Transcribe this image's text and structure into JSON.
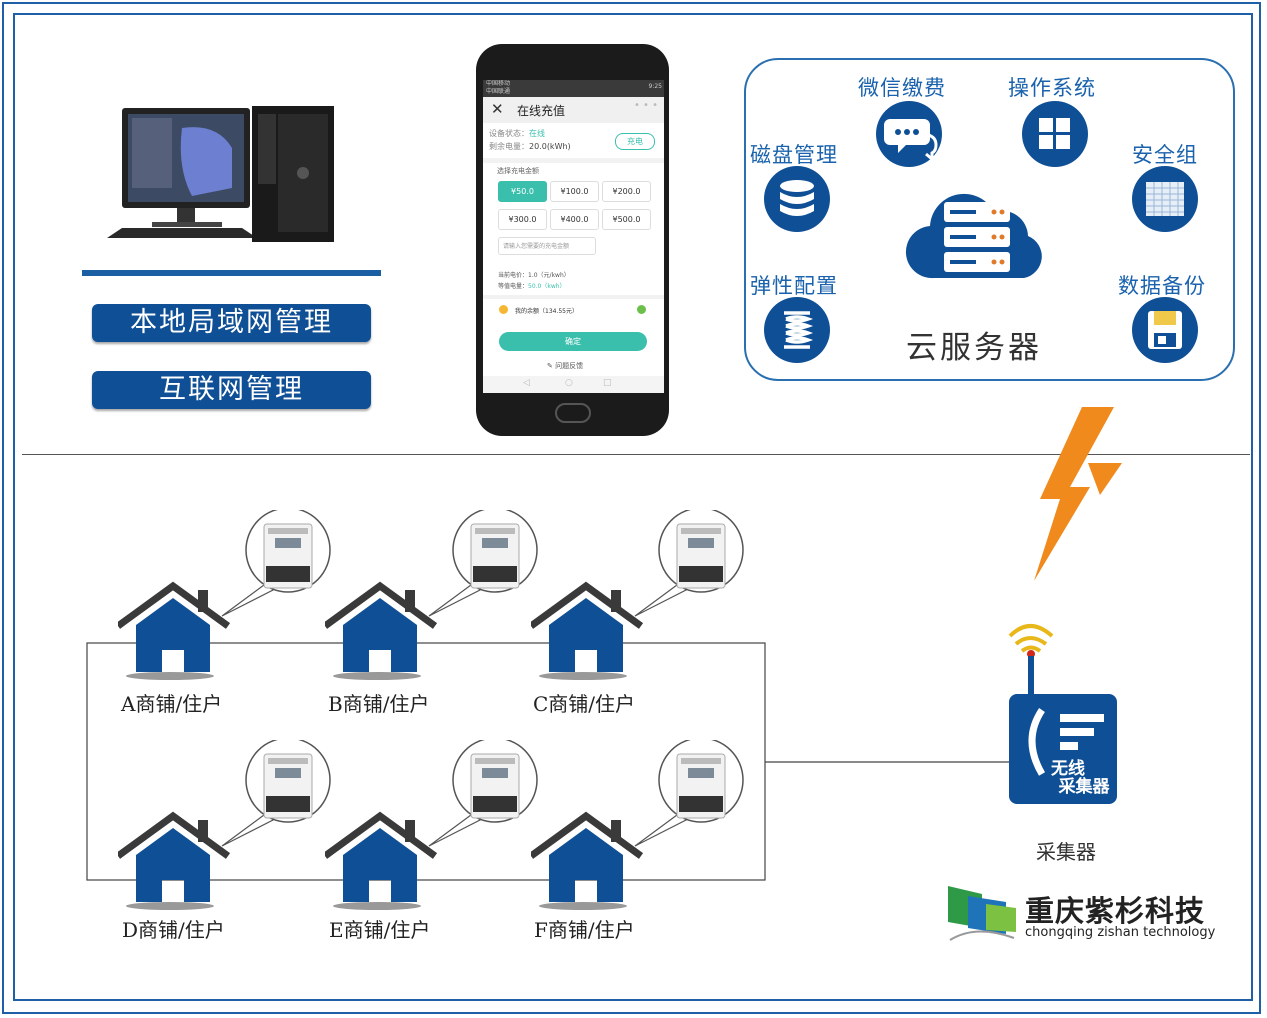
{
  "local_area_network_management": "本地局域网管理",
  "internet_management": "互联网管理",
  "phone": {
    "status_left_1": "中国移动",
    "status_left_2": "中国联通",
    "status_time": "9:25",
    "title": "在线充值",
    "device_status_label": "设备状态：",
    "device_status_value": "在线",
    "remaining_label": "剩余电量：",
    "remaining_value": "20.0(kWh)",
    "recharge_button": "充电",
    "select_amount_label": "选择充电金额",
    "amounts": [
      "¥50.0",
      "¥100.0",
      "¥200.0",
      "¥300.0",
      "¥400.0",
      "¥500.0"
    ],
    "custom_placeholder": "请输入您需要的充电金额",
    "price_label": "当前电价：",
    "price_value": "1.0（元/kwh）",
    "equiv_label": "等值电量：",
    "equiv_value": "50.0（kwh）",
    "balance_label": "我的余额（134.55元）",
    "confirm_button": "确定",
    "feedback": "问题反馈"
  },
  "cloud": {
    "features": [
      "微信缴费",
      "操作系统",
      "磁盘管理",
      "安全组",
      "弹性配置",
      "数据备份"
    ],
    "server_label": "云服务器"
  },
  "houses": [
    "A商铺/住户",
    "B商铺/住户",
    "C商铺/住户",
    "D商铺/住户",
    "E商铺/住户",
    "F商铺/住户"
  ],
  "collector": {
    "device_text_1": "无线",
    "device_text_2": "采集器",
    "label": "采集器"
  },
  "brand": {
    "name": "重庆紫杉科技",
    "subtitle": "chongqing zishan technology"
  },
  "colors": {
    "primary_blue": "#0f4f96",
    "frame_blue": "#1f5fa8",
    "accent_teal": "#3bbfad",
    "lightning_orange": "#f08a1c"
  }
}
